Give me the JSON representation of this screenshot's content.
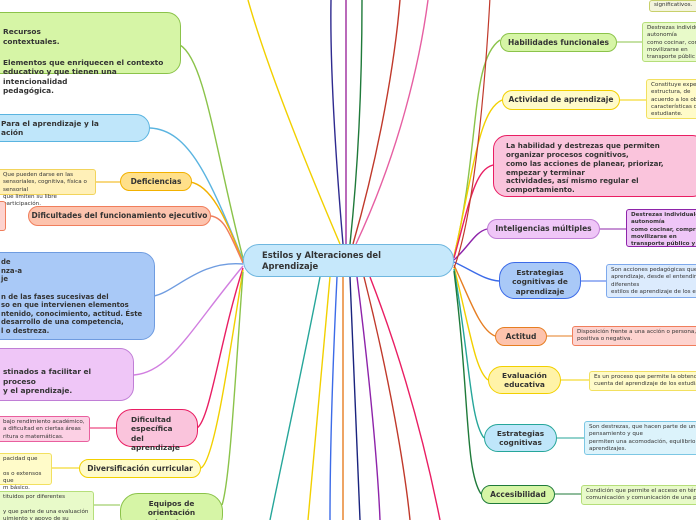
{
  "center": {
    "title": "Estilos y Alteraciones del Aprendizaje"
  },
  "left": {
    "recursos": {
      "title": "Recursos\ncontextuales.",
      "body": "Elementos que enriquecen el contexto\neducativo y que tienen una intencionalidad\npedagógica."
    },
    "para": {
      "text": "Para el aprendizaje y la\nación"
    },
    "deficiencias": {
      "label": "Deficiencias",
      "note": "Que pueden darse en las\nsensoriales, cognitiva, física o sensorial\nque limiten su libre participación."
    },
    "dificultades_ejecutivo": {
      "label": "Dificultades del funcionamiento ejecutivo"
    },
    "estrategia": {
      "text": "de\nnza-a\nje\n\nn de las fases sucesivas del\nso en que intervienen elementos\nntenido, conocimiento, actitud. Éste\ndesarrollo de una competencia,\nl o destreza."
    },
    "recursos_destinados": {
      "text": "stinados a facilitar el proceso\ny el aprendizaje."
    },
    "dificultad_especifica": {
      "label": "Dificultad\nespecífica del\naprendizaje",
      "note": "bajo rendimiento académico,\na dificultad en ciertas áreas\nritura o matemáticas."
    },
    "diversificacion": {
      "label": "Diversificación curricular",
      "note": "pacidad que\n\nos o extensos que\nm básico."
    },
    "equipos": {
      "label": "Equipos de\norientación\neducativa y",
      "note": "tituidos por diferentes\n\ny que parte de una evaluación\nuimiento y apoyo de su"
    }
  },
  "right": {
    "top_note": {
      "text": "significativos."
    },
    "habilidades": {
      "label": "Habilidades funcionales",
      "note": "Destrezas individu\nautonomía\ncomo cocinar, com\nmovilizarse en\ntransporte públic"
    },
    "actividad": {
      "label": "Actividad de aprendizaje",
      "note": "Constituye expe\nestructura, de\nacuerdo a los ob\ncaracterísticas d\nestudiante."
    },
    "habilidad_destreza": {
      "text": "La habilidad y destrezas que permiten\norganizar procesos cognitivos,\ncomo las acciones de planear, priorizar,\nempezar y terminar\nactividades, así mismo regular el\ncomportamiento."
    },
    "inteligencias": {
      "label": "Inteligencias múltiples",
      "note": "Destrezas individuale\nautonomía\ncomo cocinar, compra\nmovilizarse en\ntransporte público y s"
    },
    "estrategias_cognitivas_aprendizaje": {
      "label": "Estrategias\ncognitivas de\naprendizaje",
      "note": "Son acciones pedagógicas que\naprendizaje, desde el entendim\ndiferentes\nestilos de aprendizaje de los e"
    },
    "actitud": {
      "label": "Actitud",
      "note": "Disposición frente a una acción o persona,\npositiva o negativa."
    },
    "evaluacion": {
      "label": "Evaluación\neducativa",
      "note": "Es un proceso que permite la obtenci\ncuenta del aprendizaje de los estudia"
    },
    "estrategias_cognitivas": {
      "label": "Estrategias\ncognitivas",
      "note": "Son destrezas, que hacen parte de un\npensamiento y que\npermiten una acomodación, equilibrio\naprendizajes."
    },
    "accesibilidad": {
      "label": "Accesibilidad",
      "note": "Condición que permite el acceso en térr\ncomunicación y comunicación de una pe"
    }
  }
}
